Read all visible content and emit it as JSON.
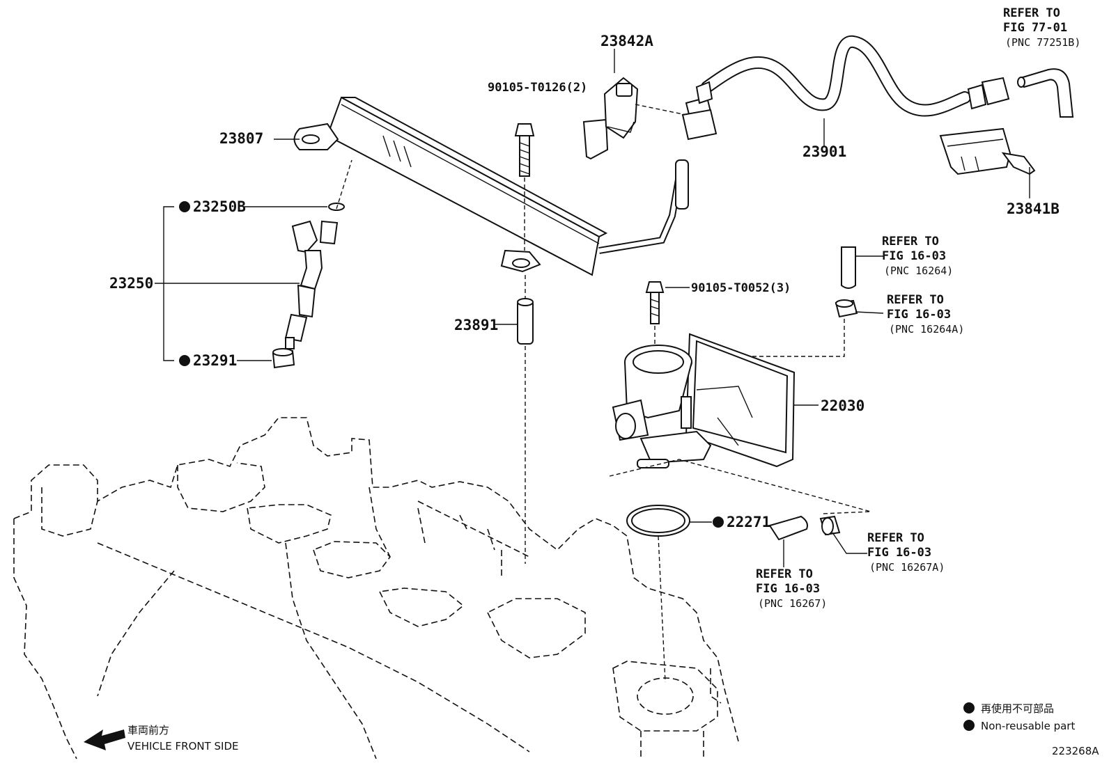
{
  "labels": {
    "p23842a": "23842A",
    "p90105_t0126": "90105-T0126(2)",
    "p23807": "23807",
    "p23901": "23901",
    "p23841b": "23841B",
    "p23250b": "23250B",
    "p23250": "23250",
    "p23291": "23291",
    "p23891": "23891",
    "p90105_t0052": "90105-T0052(3)",
    "p22030": "22030",
    "p22271": "22271"
  },
  "refs": {
    "r77": {
      "line1": "REFER TO",
      "line2": "FIG 77-01",
      "line3": "(PNC 77251B)"
    },
    "r16264": {
      "line1": "REFER TO",
      "line2": "FIG 16-03",
      "line3": "(PNC 16264)"
    },
    "r16264a": {
      "line1": "REFER TO",
      "line2": "FIG 16-03",
      "line3": "(PNC 16264A)"
    },
    "r16267a": {
      "line1": "REFER TO",
      "line2": "FIG 16-03",
      "line3": "(PNC 16267A)"
    },
    "r16267": {
      "line1": "REFER TO",
      "line2": "FIG 16-03",
      "line3": "(PNC 16267)"
    }
  },
  "legend": {
    "jp": "再使用不可部品",
    "en": "Non-reusable part"
  },
  "front": {
    "jp": "車両前方",
    "en": "VEHICLE FRONT SIDE"
  },
  "figure_id": "223268A"
}
